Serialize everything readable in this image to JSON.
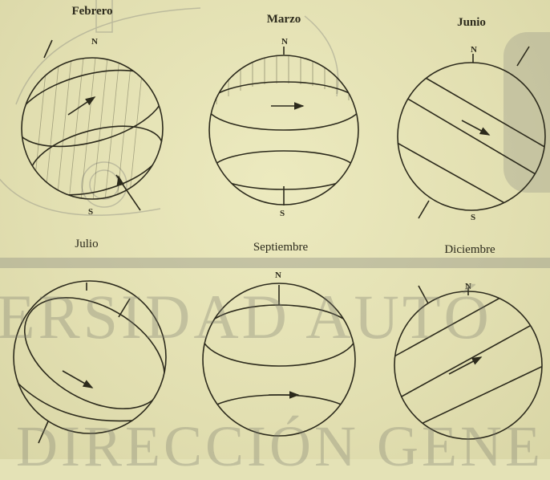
{
  "labels": {
    "febrero": "Febrero",
    "marzo": "Marzo",
    "junio": "Junio",
    "julio": "Julio",
    "septiembre": "Septiembre",
    "diciembre": "Diciembre"
  },
  "poles": {
    "north": "N",
    "south": "S"
  },
  "watermark": {
    "line1": "ERSIDAD AUTÓ",
    "line2": "DIRECCIÓN GENE"
  },
  "colors": {
    "paper": "#e4e2b6",
    "ink": "#2c2a1c",
    "watermark": "#96968a"
  }
}
